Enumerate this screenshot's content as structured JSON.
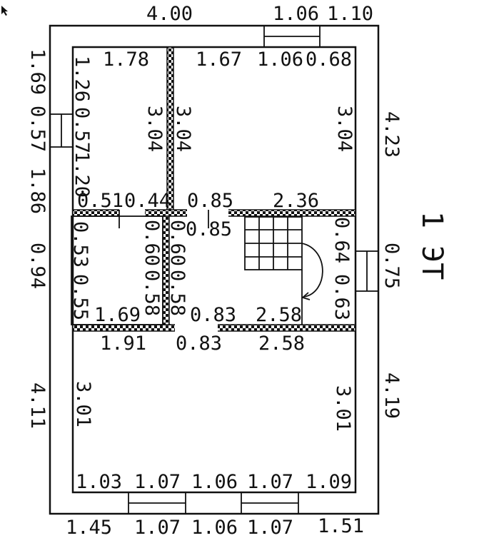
{
  "floor_label": "1 ЭТ",
  "colors": {
    "ink": "#111111",
    "paper": "#ffffff"
  },
  "outer_dims": {
    "top": [
      "4.00",
      "1.06",
      "1.10"
    ],
    "left": [
      "1.69",
      "0.57",
      "1.86",
      "0.94",
      "4.11"
    ],
    "right": [
      "4.23",
      "0.75",
      "4.19"
    ],
    "bottom": [
      "1.45",
      "1.07",
      "1.06",
      "1.07",
      "1.51"
    ]
  },
  "room_top_left": {
    "top": "1.78",
    "side_left": [
      "1.26",
      "0.57",
      "1.20"
    ],
    "height_right": "3.04",
    "bottom": [
      "0.51",
      "0.44"
    ]
  },
  "room_top_right": {
    "top": [
      "1.67",
      "1.06",
      "0.68"
    ],
    "height_left": "3.04",
    "height_right": "3.04",
    "bottom": [
      "0.85",
      "2.36"
    ],
    "below_wall": "0.85"
  },
  "room_mid_left": {
    "side_left": [
      "0.53",
      "0.55"
    ],
    "side_right": [
      "0.60",
      "0.58"
    ],
    "bottom": "1.69"
  },
  "room_mid_right": {
    "side_left": [
      "0.60",
      "0.58"
    ],
    "side_right": [
      "0.64",
      "0.63"
    ],
    "bottom": [
      "0.83",
      "2.58"
    ]
  },
  "room_bottom": {
    "top": [
      "1.91",
      "0.83",
      "2.58"
    ],
    "side_left": "3.01",
    "side_right": "3.01",
    "bottom": [
      "1.03",
      "1.07",
      "1.06",
      "1.07",
      "1.09"
    ]
  }
}
